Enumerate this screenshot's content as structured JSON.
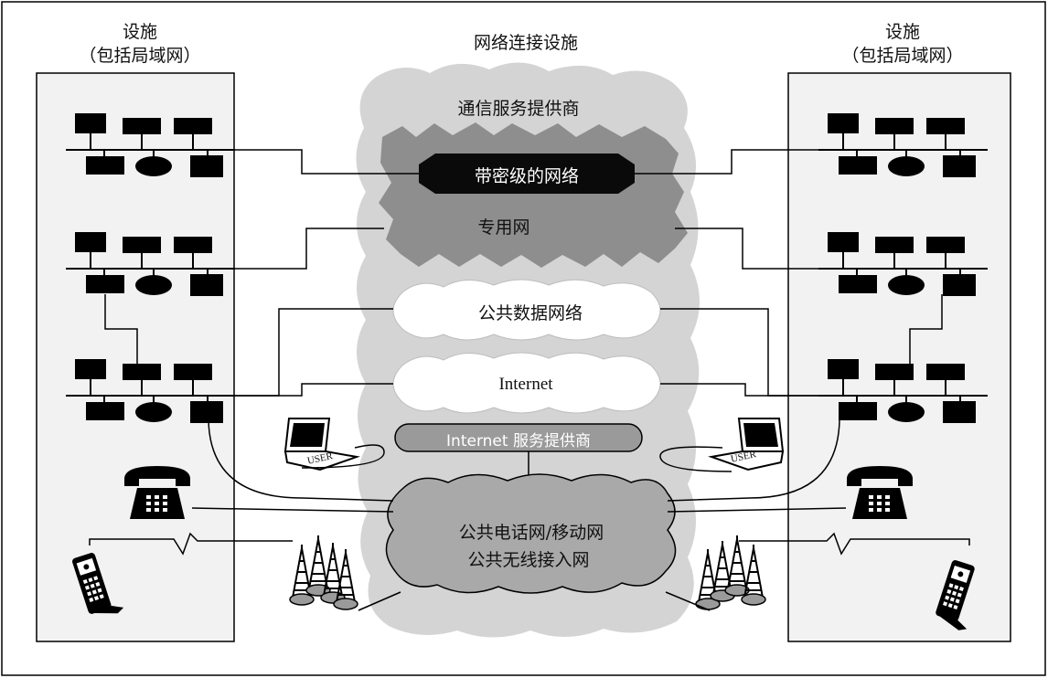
{
  "diagram": {
    "center_title": "网络连接设施",
    "left_facility": {
      "title": "设施",
      "subtitle": "（包括局域网）"
    },
    "right_facility": {
      "title": "设施",
      "subtitle": "（包括局域网）"
    },
    "provider_title": "通信服务提供商",
    "classified_network": "带密级的网络",
    "private_network": "专用网",
    "public_data_network": "公共数据网络",
    "internet": "Internet",
    "isp": "Internet 服务提供商",
    "pstn_mobile": "公共电话网/移动网",
    "public_wireless": "公共无线接入网",
    "laptop_label": "USER"
  },
  "colors": {
    "outer_cloud": "#d4d4d4",
    "private_network_fill": "#8e8e8e",
    "classified_fill": "#0a0a0a",
    "isp_fill": "#9a9a9a",
    "pstn_fill": "#a9a9a9",
    "facility_fill": "#f2f2f2"
  }
}
